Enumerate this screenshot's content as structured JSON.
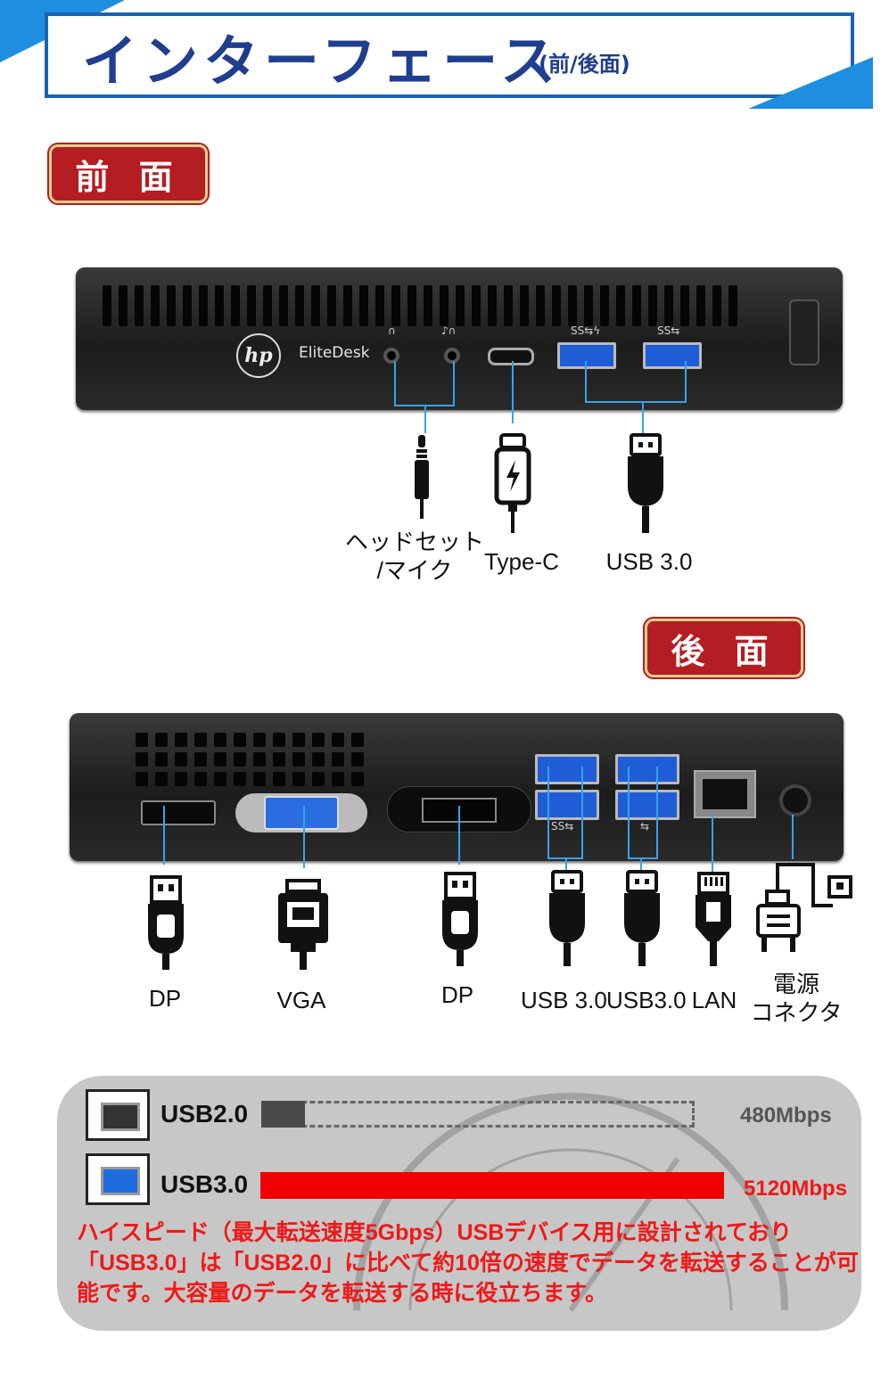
{
  "header": {
    "title": "インターフェース",
    "subtitle": "(前/後面)"
  },
  "front": {
    "badge": "前 面",
    "device": {
      "brand_logo": "hp",
      "model": "EliteDesk",
      "port_marks": {
        "usb3_a": "SS⇆ϟ",
        "usb3_b": "SS⇆"
      }
    },
    "connectors": [
      {
        "icon": "audio-jack-icon",
        "label_lines": [
          "ヘッドセット",
          "/マイク"
        ]
      },
      {
        "icon": "usb-type-c-icon",
        "label_lines": [
          "Type-C"
        ]
      },
      {
        "icon": "usb-a-icon",
        "label_lines": [
          "USB 3.0"
        ]
      }
    ]
  },
  "rear": {
    "badge": "後 面",
    "port_marks": {
      "usb_a": "SS⇆",
      "usb_b": "⇆"
    },
    "connectors": [
      {
        "icon": "displayport-icon",
        "label_lines": [
          "DP"
        ]
      },
      {
        "icon": "vga-icon",
        "label_lines": [
          "VGA"
        ]
      },
      {
        "icon": "displayport-icon",
        "label_lines": [
          "DP"
        ]
      },
      {
        "icon": "usb-a-icon",
        "label_lines": [
          "USB 3.0"
        ]
      },
      {
        "icon": "usb-a-icon",
        "label_lines": [
          "USB3.0"
        ]
      },
      {
        "icon": "lan-icon",
        "label_lines": [
          "LAN"
        ]
      },
      {
        "icon": "power-plug-icon",
        "label_lines": [
          "電源",
          "コネクタ"
        ]
      }
    ]
  },
  "comparison": {
    "rows": [
      {
        "label": "USB2.0",
        "speed": "480Mbps",
        "relative": 0.094,
        "color": "#4a4a4a",
        "speed_color": "#555555"
      },
      {
        "label": "USB3.0",
        "speed": "5120Mbps",
        "relative": 1.0,
        "color": "#f00000",
        "speed_color": "#f01818"
      }
    ],
    "description": "ハイスピード（最大転送速度5Gbps）USBデバイス用に設計されており「USB3.0」は「USB2.0」に比べて約10倍の速度でデータを転送することが可能です。大容量のデータを転送する時に役立ちます。"
  },
  "colors": {
    "header_blue": "#1f3e8f",
    "accent_blue": "#1e8ee0",
    "badge_red": "#b41d21",
    "callout_line": "#37a2e8"
  }
}
